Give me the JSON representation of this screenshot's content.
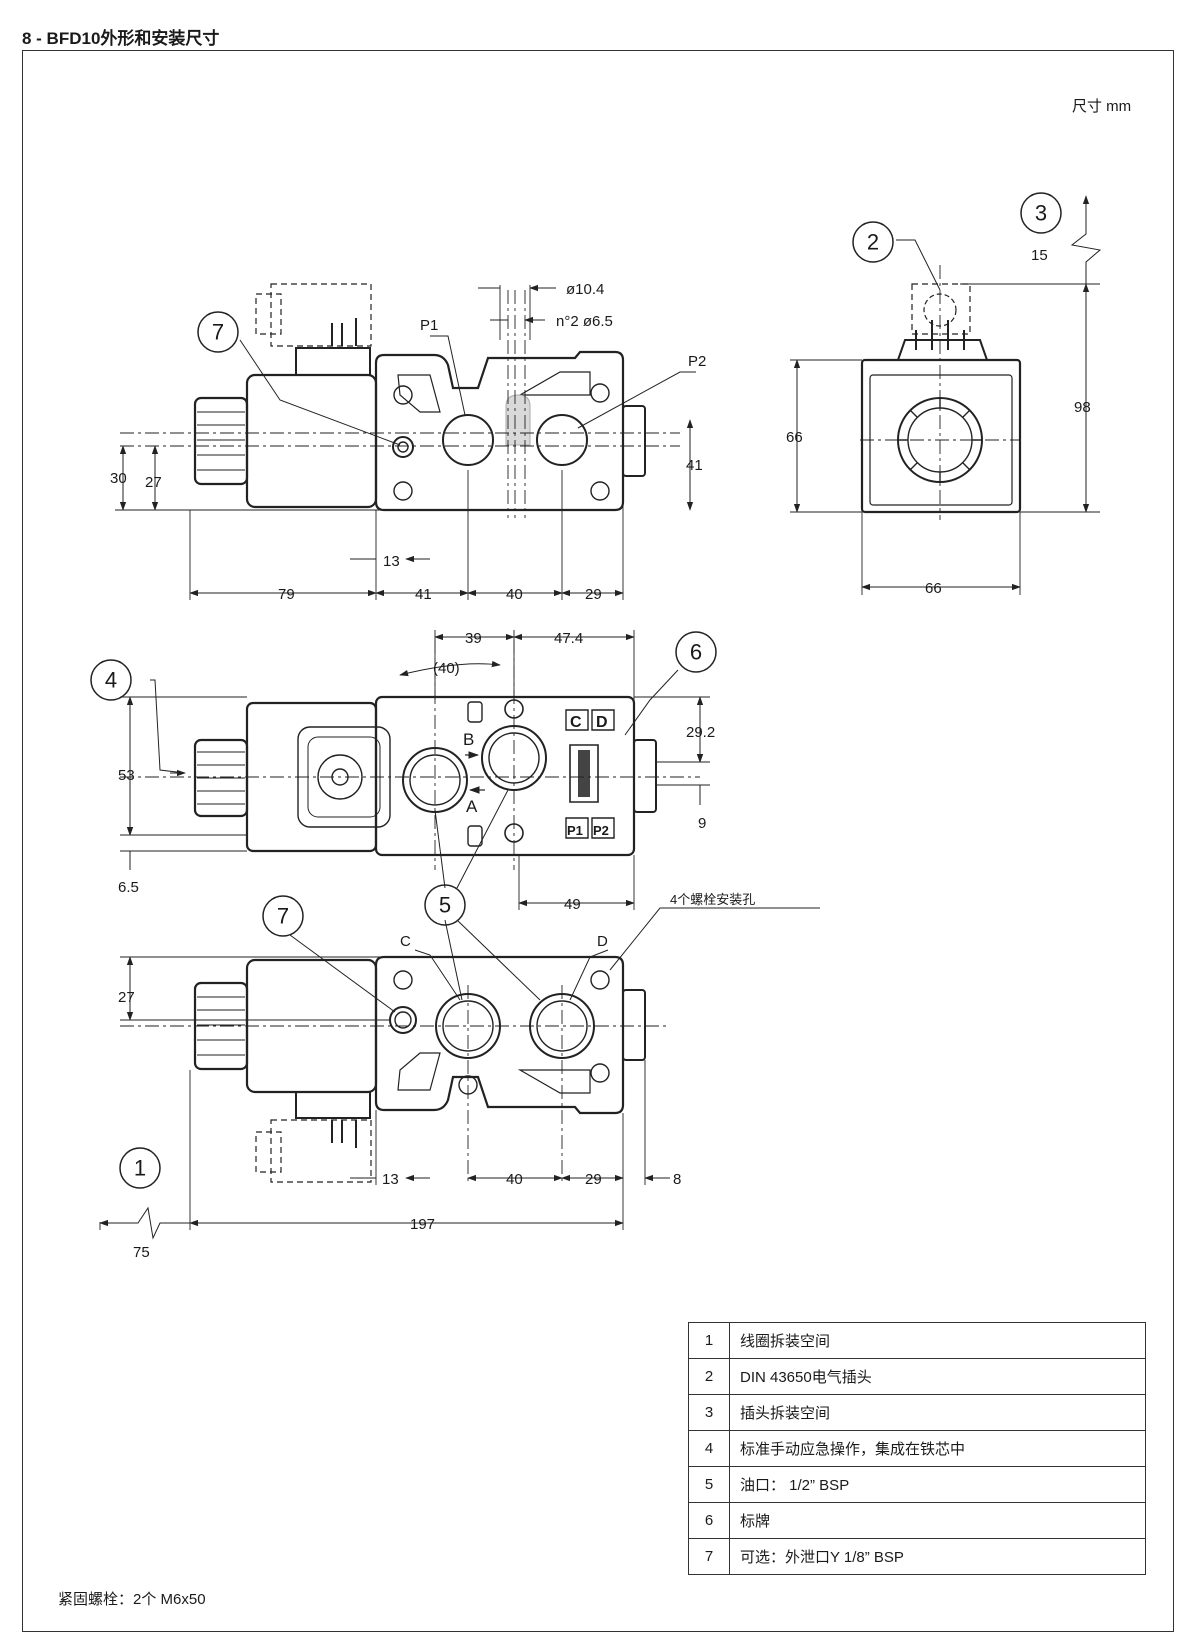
{
  "page": {
    "heading": "8 - BFD10外形和安装尺寸",
    "units_label": "尺寸  mm",
    "footnote": "紧固螺栓：2个 M6x50"
  },
  "front_view": {
    "dims": {
      "port_dia": "ø10.4",
      "bolt_holes": "n°2 ø6.5",
      "d30": "30",
      "d27": "27",
      "d41": "41",
      "d13": "13",
      "d79": "79",
      "d41b": "41",
      "d40": "40",
      "d29": "29"
    },
    "port_labels": {
      "p1": "P1",
      "p2": "P2"
    }
  },
  "side_view": {
    "dims": {
      "d15": "15",
      "d98": "98",
      "d66h": "66",
      "d66w": "66"
    }
  },
  "top_view": {
    "dims": {
      "d39": "39",
      "d47_4": "47.4",
      "d40p": "(40)",
      "d29_2": "29.2",
      "d53": "53",
      "d9": "9",
      "d6_5": "6.5",
      "d49": "49"
    },
    "port_labels": {
      "a": "A",
      "b": "B",
      "c": "C",
      "d": "D",
      "p1": "P1",
      "p2": "P2"
    }
  },
  "bottom_view": {
    "dims": {
      "d27": "27",
      "d13": "13",
      "d40": "40",
      "d29": "29",
      "d8": "8",
      "d197": "197",
      "d75": "75"
    },
    "port_labels": {
      "c": "C",
      "d": "D"
    },
    "note_bolts": "4个螺栓安装孔"
  },
  "bubbles": {
    "b1": "1",
    "b2": "2",
    "b3": "3",
    "b4": "4",
    "b5": "5",
    "b6": "6",
    "b7a": "7",
    "b7b": "7"
  },
  "legend": [
    {
      "num": "1",
      "text": "线圈拆装空间"
    },
    {
      "num": "2",
      "text": "DIN 43650电气插头"
    },
    {
      "num": "3",
      "text": "插头拆装空间"
    },
    {
      "num": "4",
      "text": "标准手动应急操作，集成在铁芯中"
    },
    {
      "num": "5",
      "text": "油口： 1/2” BSP"
    },
    {
      "num": "6",
      "text": "标牌"
    },
    {
      "num": "7",
      "text": "可选：外泄口Y 1/8” BSP"
    }
  ]
}
